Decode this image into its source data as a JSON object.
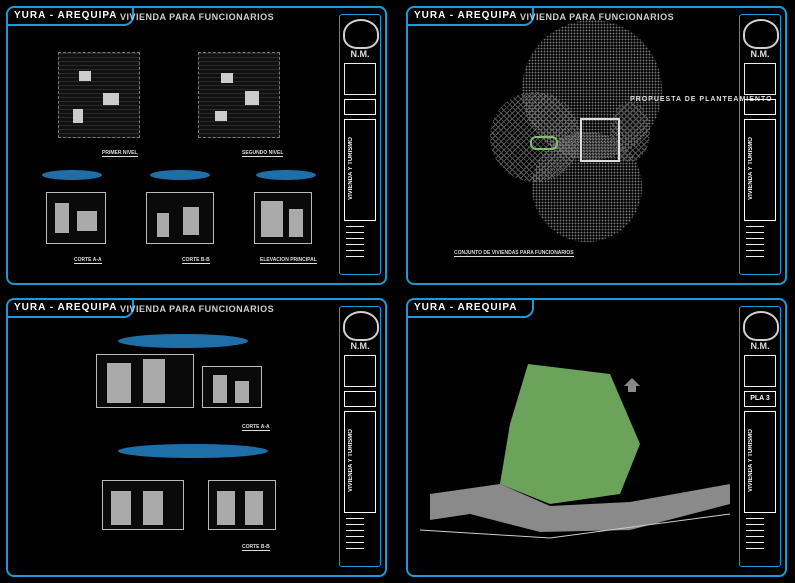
{
  "titleblock": {
    "nm": "N.M.",
    "vertical_text": "VIVIENDA Y TURISMO"
  },
  "sheets": [
    {
      "title": "YURA - AREQUIPA",
      "subtitle": "VIVIENDA PARA FUNCIONARIOS",
      "labels": [
        "PRIMER NIVEL",
        "SEGUNDO NIVEL",
        "CORTE A-A",
        "CORTE B-B",
        "ELEVACION PRINCIPAL"
      ]
    },
    {
      "title": "YURA - AREQUIPA",
      "subtitle": "VIVIENDA PARA FUNCIONARIOS",
      "labels": [
        "PROPUESTA DE PLANTEAMIENTO",
        "CONJUNTO DE VIVIENDAS PARA FUNCIONARIOS"
      ]
    },
    {
      "title": "YURA - AREQUIPA",
      "subtitle": "VIVIENDA PARA FUNCIONARIOS",
      "labels": [
        "CORTE A-A",
        "CORTE B-B"
      ]
    },
    {
      "title": "YURA - AREQUIPA",
      "subtitle": "",
      "labels": [
        "PLA 3"
      ]
    }
  ],
  "colors": {
    "frame": "#1d9ad6",
    "site_green": "#7fbf6a",
    "cloud": "#1e6ea8"
  }
}
